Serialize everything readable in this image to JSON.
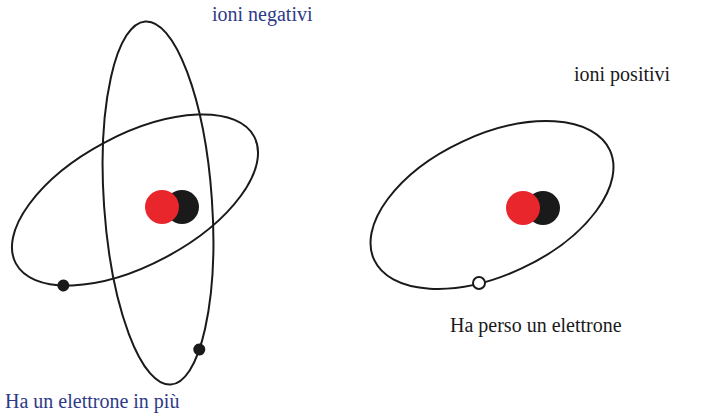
{
  "diagram": {
    "labels": [
      "ioni negativi",
      "ioni positivi",
      "Ha un elettrone in più",
      "Ha perso un elettrone"
    ]
  }
}
